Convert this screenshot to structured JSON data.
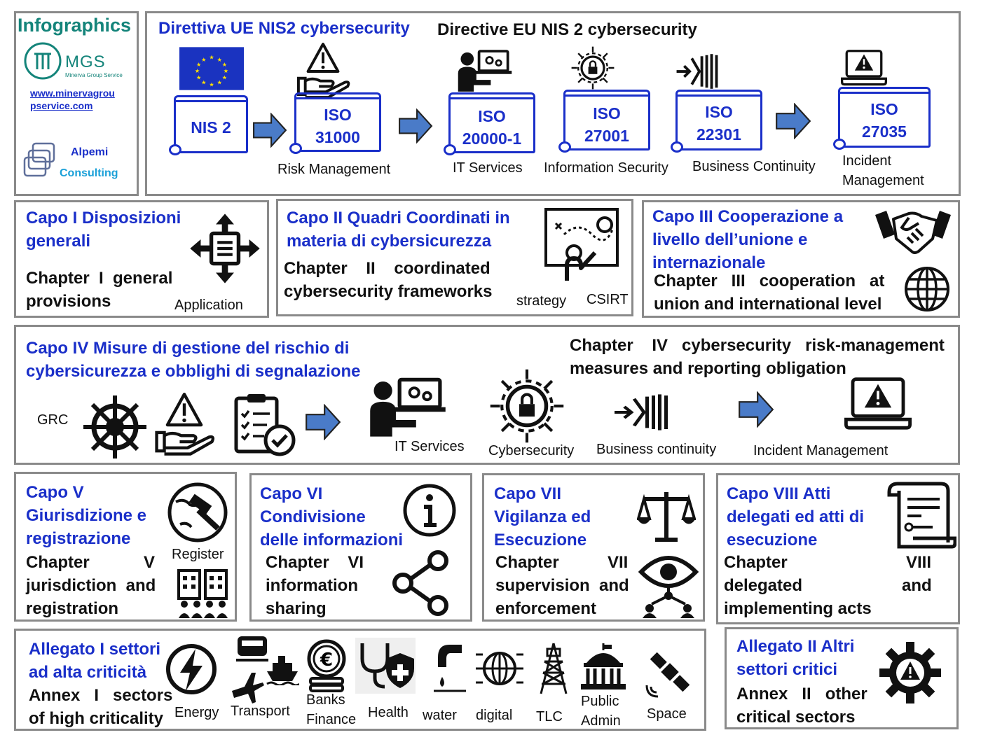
{
  "logo": {
    "title": "Infographics",
    "mgs_name": "MGS",
    "mgs_tag": "Minerva Group Service",
    "url_line1": "www.minervagrou",
    "url_line2": "pservice.com",
    "alpemi_line1": "Alpemi",
    "alpemi_line2": "Consulting"
  },
  "header": {
    "title_it": "Direttiva UE NIS2 cybersecurity",
    "title_en": "Directive EU NIS 2 cybersecurity",
    "nis2": "NIS 2",
    "iso": [
      {
        "l1": "ISO",
        "l2": "31000",
        "caption": "Risk Management"
      },
      {
        "l1": "ISO",
        "l2": "20000-1",
        "caption": "IT Services"
      },
      {
        "l1": "ISO",
        "l2": "27001",
        "caption": "Information Security"
      },
      {
        "l1": "ISO",
        "l2": "22301",
        "caption": "Business Continuity"
      },
      {
        "l1": "ISO",
        "l2": "27035",
        "caption_l1": "Incident",
        "caption_l2": "Management"
      }
    ]
  },
  "cap1": {
    "it_l1": "Capo I Disposizioni",
    "it_l2": "generali",
    "en_l1": "Chapter  I  general",
    "en_l2": "provisions",
    "icon_label": "Application"
  },
  "cap2": {
    "it_l1": "Capo II Quadri Coordinati in",
    "it_l2": "materia di cybersicurezza",
    "en_l1": "Chapter    II    coordinated",
    "en_l2": "cybersecurity frameworks",
    "label1": "strategy",
    "label2": "CSIRT"
  },
  "cap3": {
    "it_l1": "Capo III Cooperazione a",
    "it_l2": "livello dell’unione e",
    "it_l3": "internazionale",
    "en_l1": "Chapter   III   cooperation   at",
    "en_l2": "union and international level"
  },
  "cap4": {
    "it_l1": "Capo IV Misure di gestione del rischio di",
    "it_l2": "cybersicurezza e obblighi di segnalazione",
    "en_l1": "Chapter    IV   cybersecurity   risk-management",
    "en_l2": "measures and reporting obligation",
    "grc": "GRC",
    "it_services": "IT Services",
    "cybersecurity": "Cybersecurity",
    "business_continuity": "Business continuity",
    "incident": "Incident Management"
  },
  "cap5": {
    "it_l1": "Capo V",
    "it_l2": "Giurisdizione e",
    "it_l3": "registrazione",
    "en_l1": "Chapter",
    "en_l1b": "V",
    "en_l2": "jurisdiction  and",
    "en_l3": "registration",
    "icon_label": "Register"
  },
  "cap6": {
    "it_l1": "Capo VI",
    "it_l2": "Condivisione",
    "it_l3": "delle informazioni",
    "en_l1": "Chapter    VI",
    "en_l2": "information",
    "en_l3": "sharing"
  },
  "cap7": {
    "it_l1": "Capo VII",
    "it_l2": "Vigilanza ed",
    "it_l3": "Esecuzione",
    "en_l1": "Chapter",
    "en_l1b": "VII",
    "en_l2": "supervision  and",
    "en_l3": "enforcement"
  },
  "cap8": {
    "it_l1": "Capo VIII Atti",
    "it_l2": "delegati ed atti di",
    "it_l3": "esecuzione",
    "en_l1": "Chapter",
    "en_l1b": "VIII",
    "en_l2": "delegated",
    "en_l2b": "and",
    "en_l3": "implementing acts"
  },
  "annex1": {
    "it_l1": "Allegato I settori",
    "it_l2": "ad alta criticità",
    "en_l1": "Annex   I   sectors",
    "en_l2": "of high criticality",
    "sectors": {
      "energy": "Energy",
      "transport": "Transport",
      "banks": "Banks",
      "finance": "Finance",
      "health": "Health",
      "water": "water",
      "digital": "digital",
      "tlc": "TLC",
      "public": "Public",
      "admin": "Admin",
      "space": "Space"
    }
  },
  "annex2": {
    "it_l1": "Allegato II Altri",
    "it_l2": "settori critici",
    "en_l1": "Annex   II   other",
    "en_l2": "critical sectors"
  },
  "icons": [
    "eu-flag",
    "warning-hand-icon",
    "it-services-icon",
    "cyber-lock-icon",
    "business-continuity-icon",
    "incident-laptop-icon",
    "arrows-application-icon",
    "strategy-board-icon",
    "handshake-icon",
    "globe-icon",
    "helm-icon",
    "clipboard-check-icon",
    "jurisdiction-gavel-icon",
    "buildings-icon",
    "info-icon",
    "share-icon",
    "scales-icon",
    "eye-network-icon",
    "scroll-document-icon",
    "lightning-icon",
    "train-icon",
    "plane-icon",
    "ship-icon",
    "euro-coins-icon",
    "health-icon",
    "water-tap-icon",
    "digital-globe-icon",
    "tlc-tower-icon",
    "public-building-icon",
    "satellite-icon",
    "gear-warning-icon"
  ],
  "colors": {
    "accent": "#1a2fc9",
    "teal": "#14847a",
    "arrow": "#4a7bc8",
    "border": "#8a8a8a"
  }
}
